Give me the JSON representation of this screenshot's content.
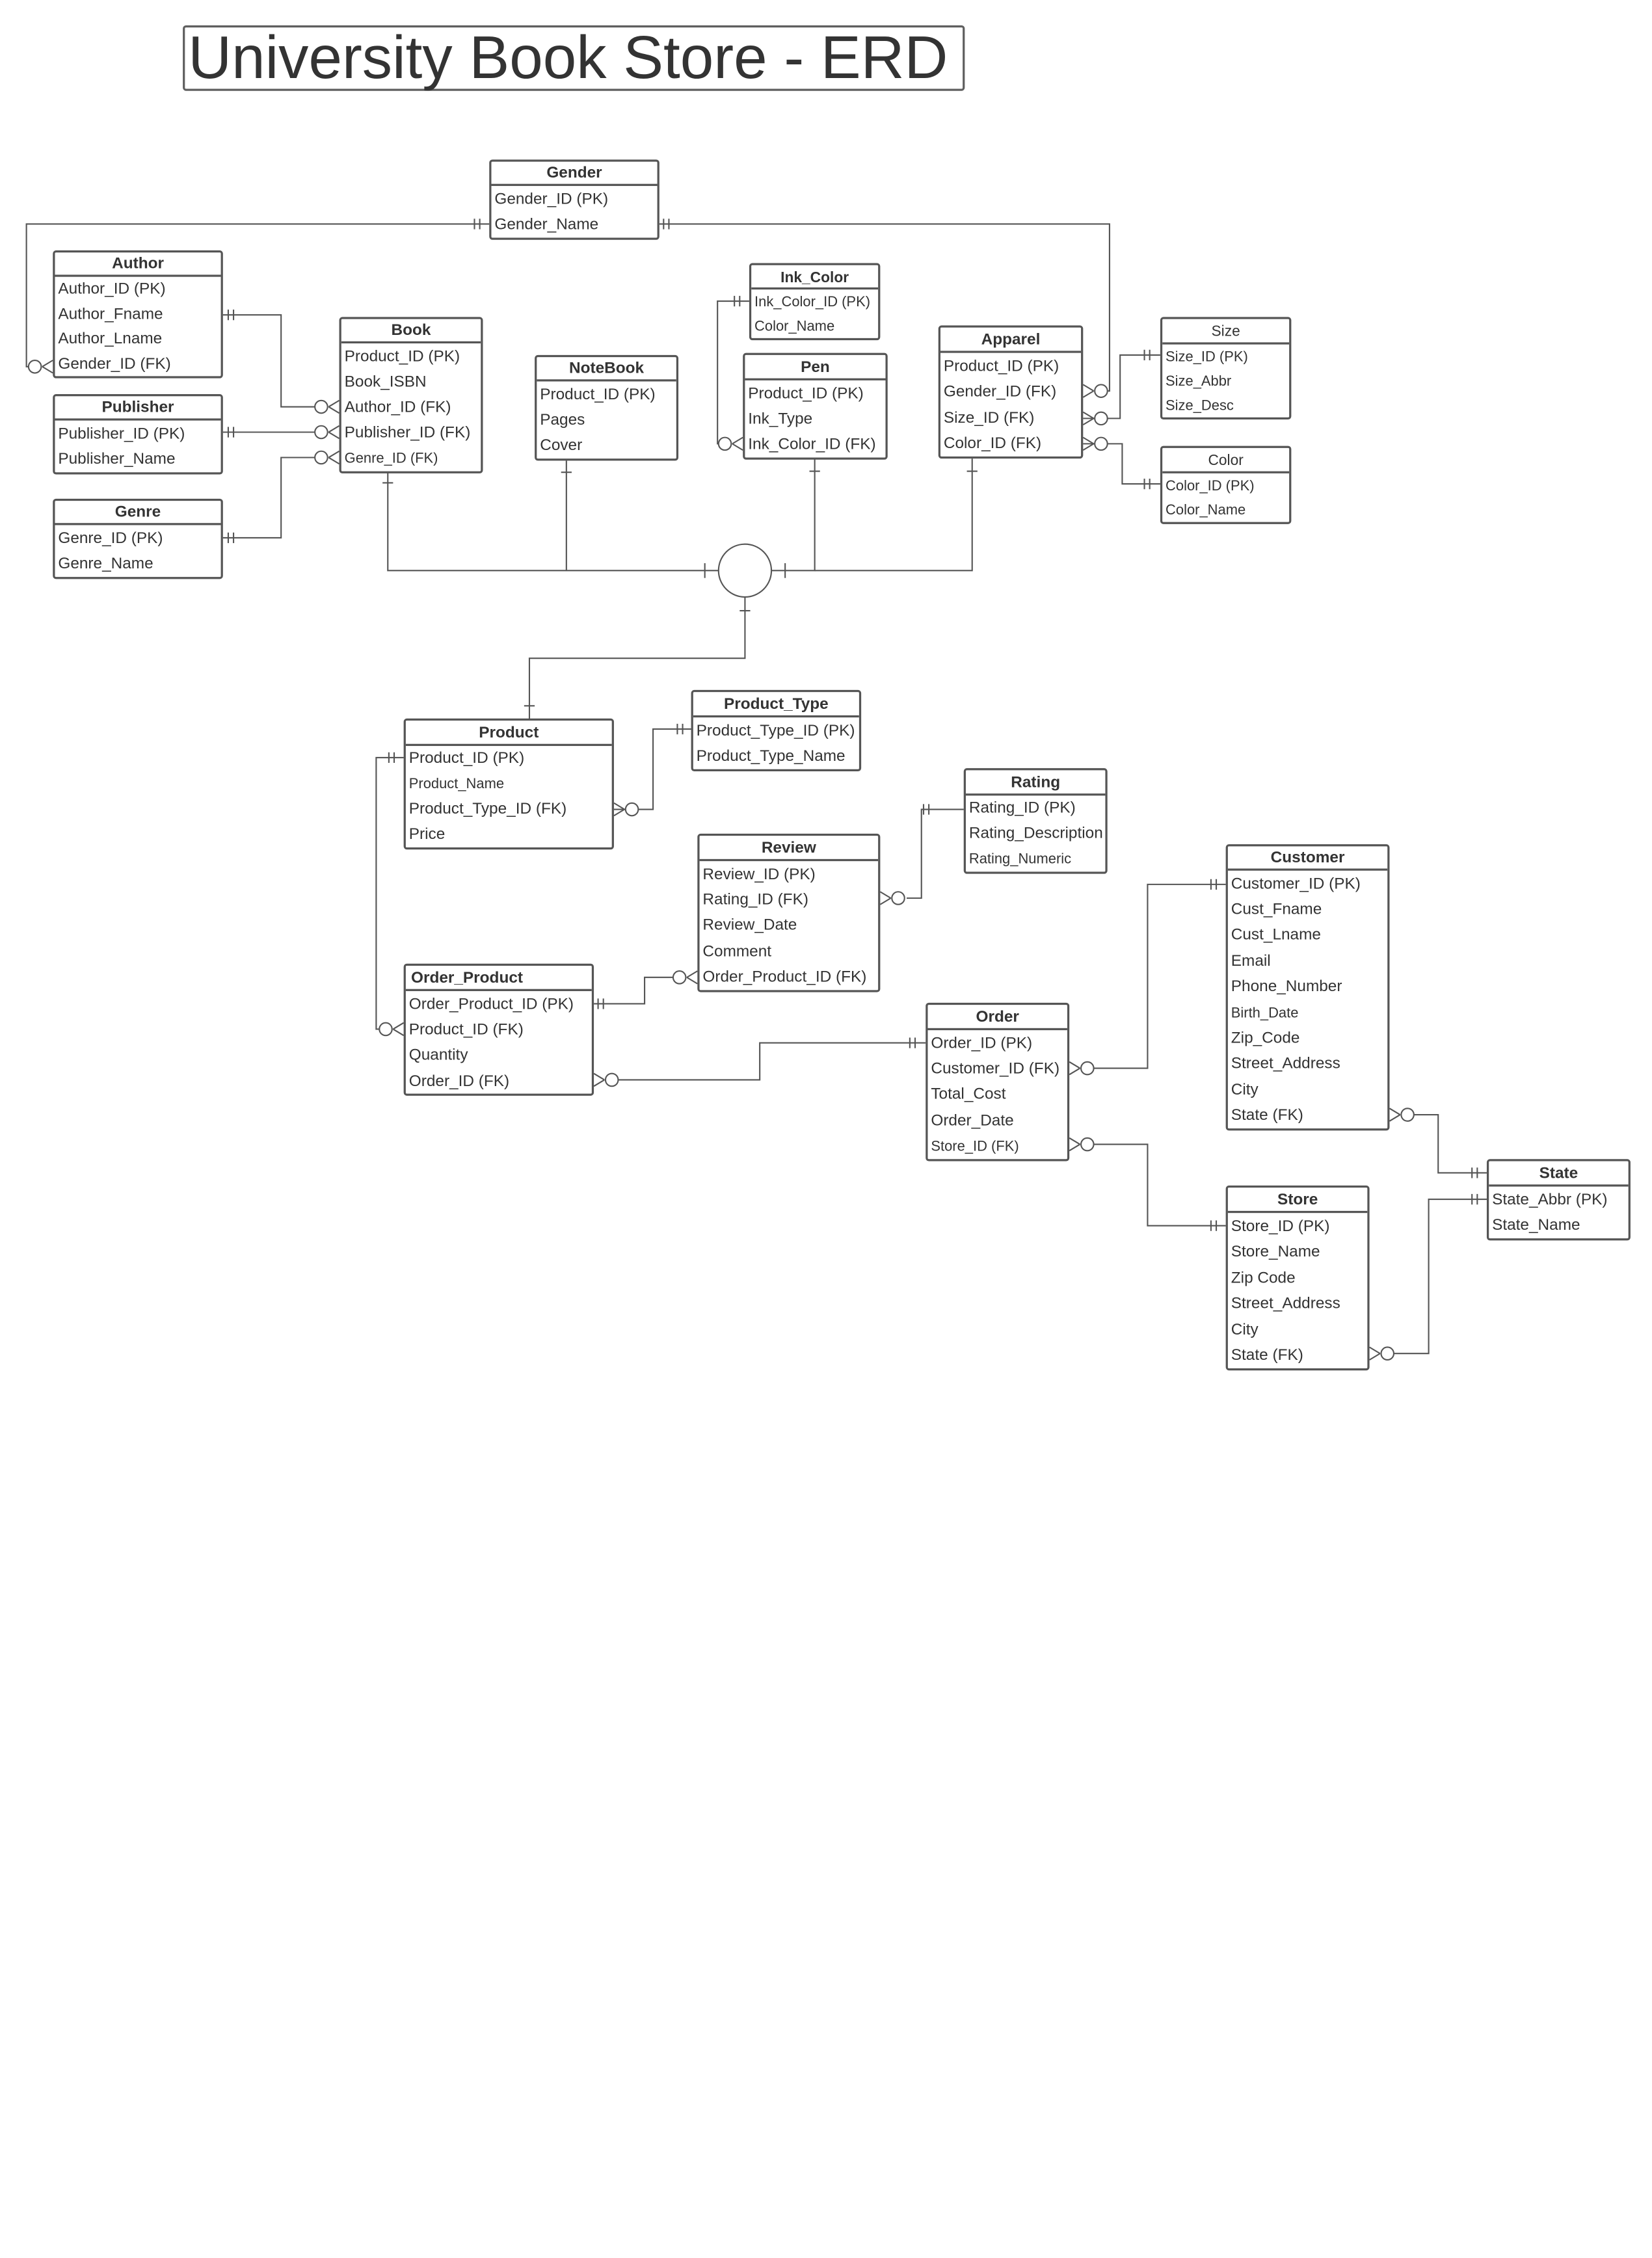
{
  "title": "University Book Store - ERD",
  "entities": {
    "gender": {
      "name": "Gender",
      "fields": [
        "Gender_ID (PK)",
        "Gender_Name"
      ]
    },
    "author": {
      "name": "Author",
      "fields": [
        "Author_ID (PK)",
        "Author_Fname",
        "Author_Lname",
        "Gender_ID (FK)"
      ]
    },
    "publisher": {
      "name": "Publisher",
      "fields": [
        "Publisher_ID (PK)",
        "Publisher_Name"
      ]
    },
    "genre": {
      "name": "Genre",
      "fields": [
        "Genre_ID (PK)",
        "Genre_Name"
      ]
    },
    "book": {
      "name": "Book",
      "fields": [
        "Product_ID (PK)",
        "Book_ISBN",
        "Author_ID (FK)",
        "Publisher_ID (FK)",
        "Genre_ID (FK)"
      ]
    },
    "notebook": {
      "name": "NoteBook",
      "fields": [
        "Product_ID (PK)",
        "Pages",
        "Cover"
      ]
    },
    "ink_color": {
      "name": "Ink_Color",
      "fields": [
        "Ink_Color_ID (PK)",
        "Color_Name"
      ]
    },
    "pen": {
      "name": "Pen",
      "fields": [
        "Product_ID (PK)",
        "Ink_Type",
        "Ink_Color_ID (FK)"
      ]
    },
    "apparel": {
      "name": "Apparel",
      "fields": [
        "Product_ID (PK)",
        "Gender_ID (FK)",
        "Size_ID (FK)",
        "Color_ID (FK)"
      ]
    },
    "size": {
      "name": "Size",
      "fields": [
        "Size_ID (PK)",
        "Size_Abbr",
        "Size_Desc"
      ]
    },
    "color": {
      "name": "Color",
      "fields": [
        "Color_ID (PK)",
        "Color_Name"
      ]
    },
    "product": {
      "name": "Product",
      "fields": [
        "Product_ID (PK)",
        "Product_Name",
        "Product_Type_ID (FK)",
        "Price"
      ]
    },
    "product_type": {
      "name": "Product_Type",
      "fields": [
        "Product_Type_ID (PK)",
        "Product_Type_Name"
      ]
    },
    "rating": {
      "name": "Rating",
      "fields": [
        "Rating_ID (PK)",
        "Rating_Description",
        "Rating_Numeric"
      ]
    },
    "review": {
      "name": "Review",
      "fields": [
        "Review_ID (PK)",
        "Rating_ID (FK)",
        "Review_Date",
        "Comment",
        "Order_Product_ID (FK)"
      ]
    },
    "order_product": {
      "name": "Order_Product",
      "fields": [
        "Order_Product_ID (PK)",
        "Product_ID (FK)",
        "Quantity",
        "Order_ID (FK)"
      ]
    },
    "order": {
      "name": "Order",
      "fields": [
        "Order_ID (PK)",
        "Customer_ID (FK)",
        "Total_Cost",
        "Order_Date",
        "Store_ID (FK)"
      ]
    },
    "customer": {
      "name": "Customer",
      "fields": [
        "Customer_ID (PK)",
        "Cust_Fname",
        "Cust_Lname",
        "Email",
        "Phone_Number",
        "Birth_Date",
        "Zip_Code",
        "Street_Address",
        "City",
        "State (FK)"
      ]
    },
    "store": {
      "name": "Store",
      "fields": [
        "Store_ID (PK)",
        "Store_Name",
        "Zip Code",
        "Street_Address",
        "City",
        "State (FK)"
      ]
    },
    "state": {
      "name": "State",
      "fields": [
        "State_Abbr (PK)",
        "State_Name"
      ]
    }
  }
}
